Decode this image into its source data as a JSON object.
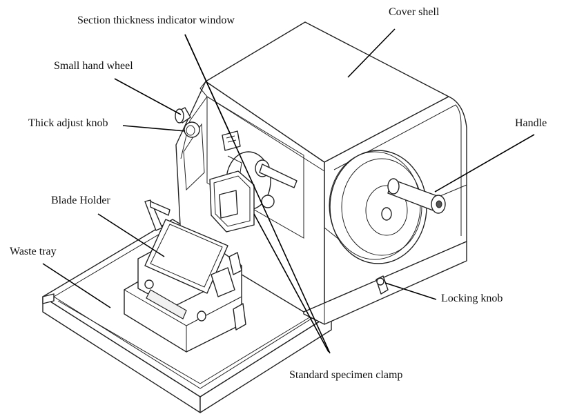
{
  "labels": {
    "section_thickness_indicator_window": "Section thickness indicator window",
    "cover_shell": "Cover shell",
    "small_hand_wheel": "Small hand wheel",
    "thick_adjust_knob": "Thick adjust knob",
    "handle": "Handle",
    "blade_holder": "Blade Holder",
    "waste_tray": "Waste tray",
    "locking_knob": "Locking knob",
    "standard_specimen_clamp": "Standard specimen clamp"
  }
}
